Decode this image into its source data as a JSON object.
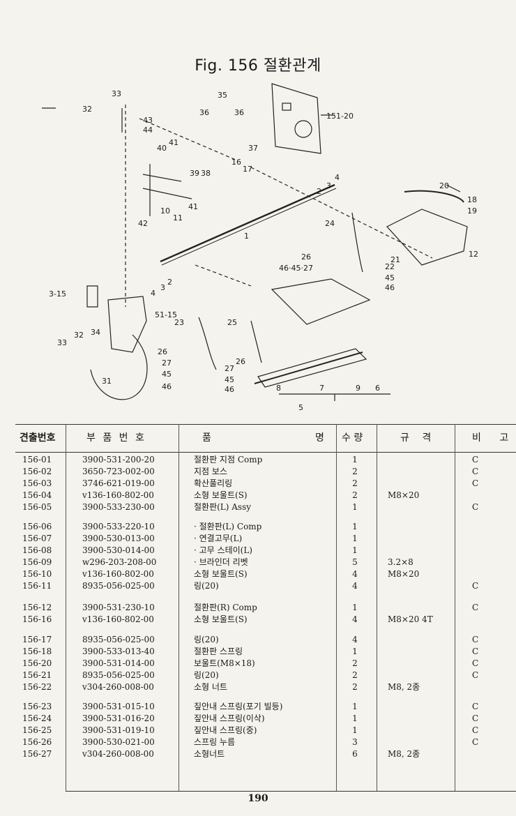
{
  "figure": {
    "title": "Fig. 156 절환관계",
    "callouts": [
      "33",
      "32",
      "35",
      "36",
      "36",
      "151-20",
      "43",
      "44",
      "41",
      "40",
      "39",
      "38",
      "37",
      "16",
      "17",
      "2",
      "3",
      "4",
      "20",
      "18",
      "19",
      "42",
      "41",
      "10",
      "11",
      "1",
      "24",
      "26",
      "46·45·27",
      "21",
      "22",
      "45",
      "46",
      "12",
      "4",
      "3",
      "2",
      "3-15",
      "51-15",
      "23",
      "25",
      "33",
      "32",
      "34",
      "26",
      "27",
      "45",
      "46",
      "27",
      "45",
      "46",
      "26",
      "31",
      "8",
      "7",
      "9",
      "6",
      "5"
    ]
  },
  "table": {
    "headers": {
      "no": "견출번호",
      "part": "부 품 번 호",
      "name_left": "품",
      "name_right": "명",
      "qty": "수 량",
      "spec": "규 격",
      "remarks": "비 고"
    },
    "rows": [
      {
        "no": "156-01",
        "part": "3900-531-200-20",
        "name": "절환판 지점 Comp",
        "qty": "1",
        "spec": "",
        "remark": "C"
      },
      {
        "no": "156-02",
        "part": "3650-723-002-00",
        "name": "지점 보스",
        "qty": "2",
        "spec": "",
        "remark": "C"
      },
      {
        "no": "156-03",
        "part": "3746-621-019-00",
        "name": "확산풀리링",
        "qty": "2",
        "spec": "",
        "remark": "C"
      },
      {
        "no": "156-04",
        "part": "v136-160-802-00",
        "name": "소형 보울트(S)",
        "qty": "2",
        "spec": "M8×20",
        "remark": ""
      },
      {
        "no": "156-05",
        "part": "3900-533-230-00",
        "name": "절환판(L) Assy",
        "qty": "1",
        "spec": "",
        "remark": "C"
      },
      {
        "no": "156-06",
        "part": "3900-533-220-10",
        "name": "· 절환판(L) Comp",
        "qty": "1",
        "spec": "",
        "remark": ""
      },
      {
        "no": "156-07",
        "part": "3900-530-013-00",
        "name": "· 연결고무(L)",
        "qty": "1",
        "spec": "",
        "remark": ""
      },
      {
        "no": "156-08",
        "part": "3900-530-014-00",
        "name": "· 고무 스테이(L)",
        "qty": "1",
        "spec": "",
        "remark": ""
      },
      {
        "no": "156-09",
        "part": "w296-203-208-00",
        "name": "· 브라인더 리벳",
        "qty": "5",
        "spec": "3.2×8",
        "remark": ""
      },
      {
        "no": "156-10",
        "part": "v136-160-802-00",
        "name": "소형 보울트(S)",
        "qty": "4",
        "spec": "M8×20",
        "remark": ""
      },
      {
        "no": "156-11",
        "part": "8935-056-025-00",
        "name": "링(20)",
        "qty": "4",
        "spec": "",
        "remark": "C"
      },
      {
        "no": "156-12",
        "part": "3900-531-230-10",
        "name": "절환판(R) Comp",
        "qty": "1",
        "spec": "",
        "remark": "C"
      },
      {
        "no": "156-16",
        "part": "v136-160-802-00",
        "name": "소형 보울트(S)",
        "qty": "4",
        "spec": "M8×20 4T",
        "remark": ""
      },
      {
        "no": "156-17",
        "part": "8935-056-025-00",
        "name": "링(20)",
        "qty": "4",
        "spec": "",
        "remark": "C"
      },
      {
        "no": "156-18",
        "part": "3900-533-013-40",
        "name": "절환판 스프링",
        "qty": "1",
        "spec": "",
        "remark": "C"
      },
      {
        "no": "156-20",
        "part": "3900-531-014-00",
        "name": "보울트(M8×18)",
        "qty": "2",
        "spec": "",
        "remark": "C"
      },
      {
        "no": "156-21",
        "part": "8935-056-025-00",
        "name": "링(20)",
        "qty": "2",
        "spec": "",
        "remark": "C"
      },
      {
        "no": "156-22",
        "part": "v304-260-008-00",
        "name": "소형 너트",
        "qty": "2",
        "spec": "M8, 2종",
        "remark": ""
      },
      {
        "no": "156-23",
        "part": "3900-531-015-10",
        "name": "짚안내 스프링(포기 빌등)",
        "qty": "1",
        "spec": "",
        "remark": "C"
      },
      {
        "no": "156-24",
        "part": "3900-531-016-20",
        "name": "짚안내 스프링(이삭)",
        "qty": "1",
        "spec": "",
        "remark": "C"
      },
      {
        "no": "156-25",
        "part": "3900-531-019-10",
        "name": "짚안내 스프링(중)",
        "qty": "1",
        "spec": "",
        "remark": "C"
      },
      {
        "no": "156-26",
        "part": "3900-530-021-00",
        "name": "스프링 누름",
        "qty": "3",
        "spec": "",
        "remark": "C"
      },
      {
        "no": "156-27",
        "part": "v304-260-008-00",
        "name": "소형너트",
        "qty": "6",
        "spec": "M8, 2종",
        "remark": ""
      }
    ]
  },
  "page_number": "190"
}
